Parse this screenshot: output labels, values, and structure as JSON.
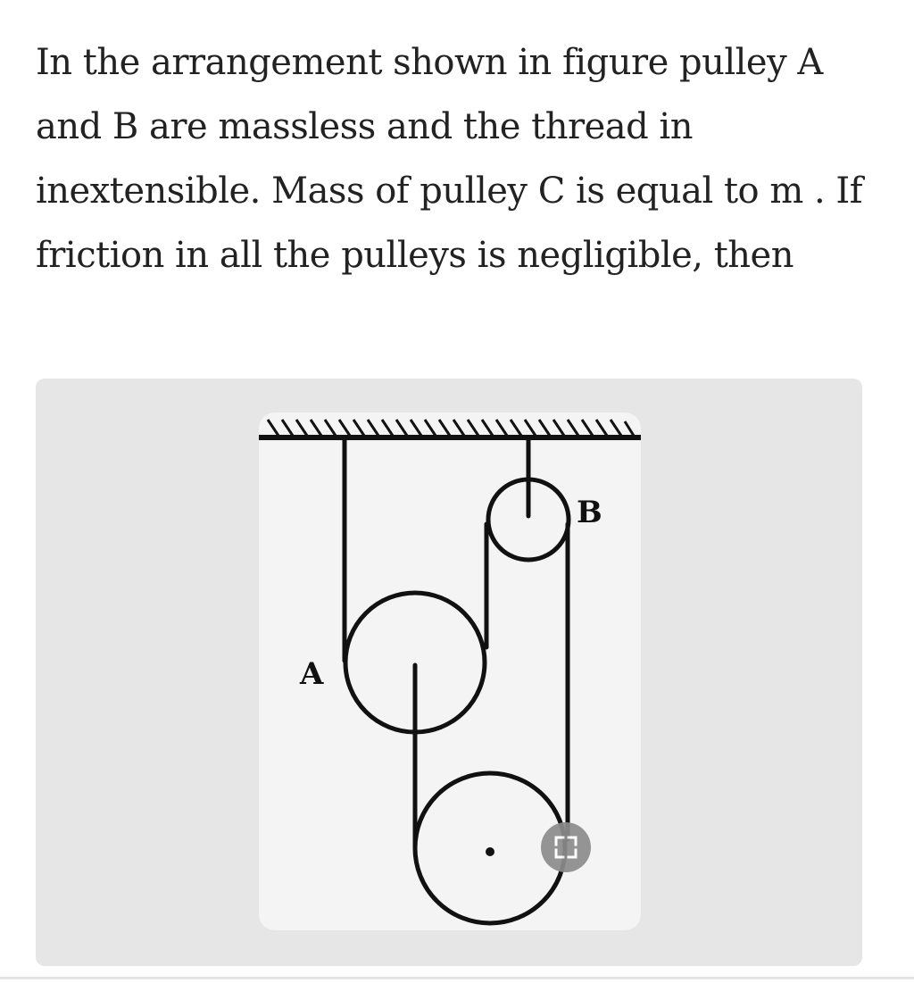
{
  "question": {
    "text": "In the arrangement shown in figure pulley A and B are massless and the thread in inextensible. Mass of pulley C is equal to m . If friction in all the pulleys is negligible, then"
  },
  "figure": {
    "labels": {
      "pulley_a": "A",
      "pulley_b": "B"
    },
    "expand_icon": "expand-icon"
  }
}
